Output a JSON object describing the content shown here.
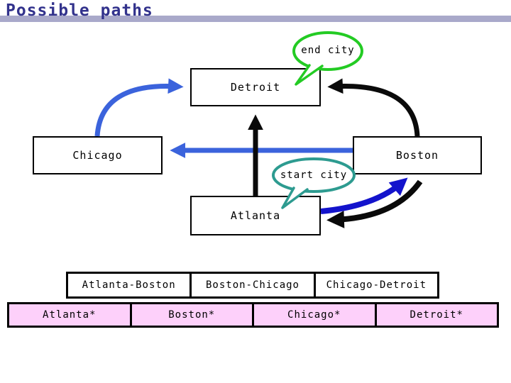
{
  "slide": {
    "title": "Possible paths"
  },
  "callouts": {
    "end_city": "end city",
    "start_city": "start city"
  },
  "cities": {
    "detroit": "Detroit",
    "chicago": "Chicago",
    "boston": "Boston",
    "atlanta": "Atlanta"
  },
  "edge_row": {
    "cells": [
      "Atlanta-Boston",
      "Boston-Chicago",
      "Chicago-Detroit"
    ]
  },
  "node_row": {
    "cells": [
      "Atlanta*",
      "Boston*",
      "Chicago*",
      "Detroit*"
    ]
  },
  "graph": {
    "arrows": [
      {
        "from": "Chicago",
        "to": "Detroit",
        "color": "#3b63dc",
        "style": "curved"
      },
      {
        "from": "Boston",
        "to": "Chicago",
        "color": "#3b63dc",
        "style": "straight"
      },
      {
        "from": "Atlanta",
        "to": "Detroit",
        "color": "#0a0a0a",
        "style": "straight"
      },
      {
        "from": "Boston",
        "to": "Detroit",
        "color": "#0a0a0a",
        "style": "curved"
      },
      {
        "from": "Atlanta",
        "to": "Boston",
        "color": "#1313cc",
        "style": "curved"
      },
      {
        "from": "Boston",
        "to": "Atlanta",
        "color": "#0a0a0a",
        "style": "curved"
      }
    ]
  },
  "colors": {
    "title_text": "#32328c",
    "title_bar": "#a9a9ca",
    "royal_blue": "#3b63dc",
    "dark_blue": "#1313cc",
    "black_arrow": "#0a0a0a",
    "callout_green": "#23cb23",
    "callout_teal": "#2d9b90",
    "pink_cell": "#fdd0fa",
    "box_border": "#000000"
  }
}
